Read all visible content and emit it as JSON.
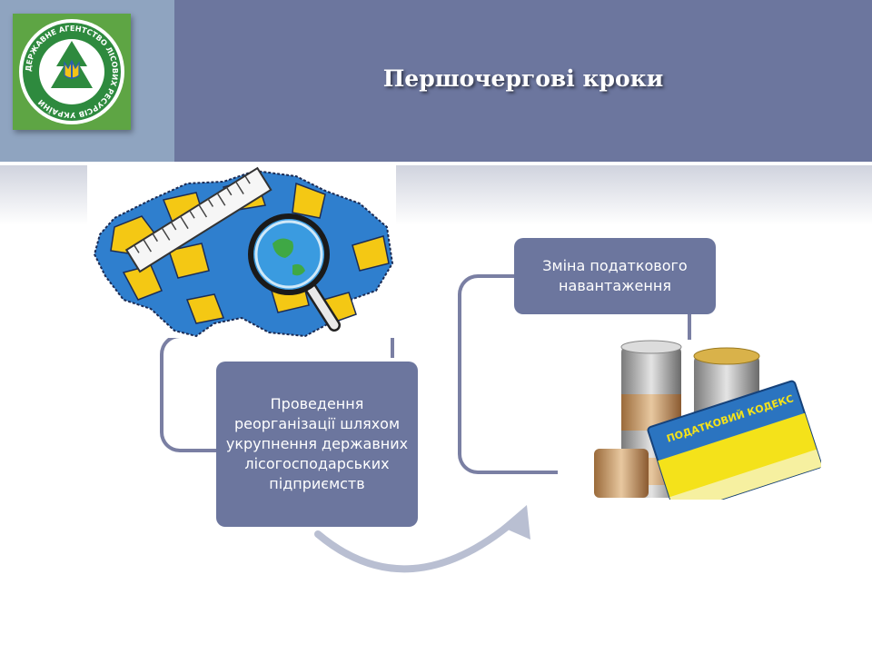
{
  "header": {
    "title": "Першочергові кроки",
    "logo_text": "ДЕРЖАВНЕ АГЕНТСТВО ЛІСОВИХ РЕСУРСІВ УКРАЇНИ",
    "logo_icon": "trident-tree-emblem-icon"
  },
  "steps": [
    {
      "label": "Проведення реорганізації шляхом укрупнення державних лісогосподарських підприємств",
      "illustration": "ukraine-map-magnifier-ruler-icon"
    },
    {
      "label": "Зміна податкового навантаження",
      "illustration": "coins-tax-code-book-icon",
      "book_label": "ПОДАТКОВИЙ КОДЕКС"
    }
  ],
  "colors": {
    "header_left": "#8fa4c0",
    "header_main": "#6c769e",
    "box_fill": "#6c769e",
    "arrow": "#b9bfd2",
    "logo_green": "#5ea544"
  }
}
